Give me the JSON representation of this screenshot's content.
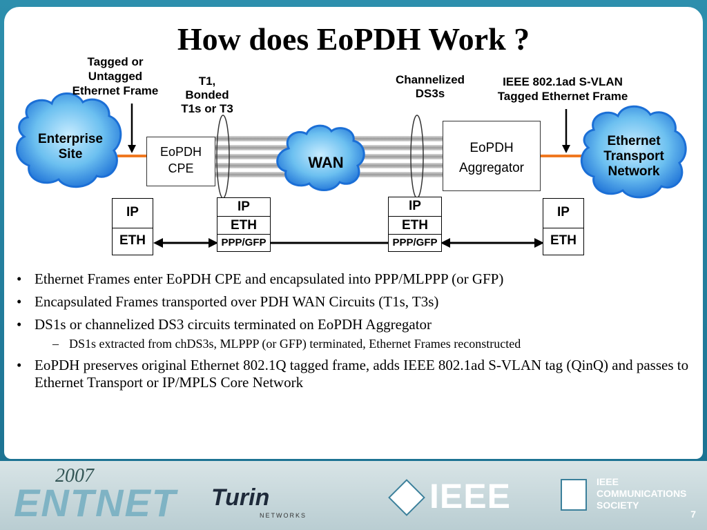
{
  "title": "How does EoPDH Work ?",
  "labels": {
    "tagged": [
      "Tagged or",
      "Untagged",
      "Ethernet Frame"
    ],
    "t1": [
      "T1,",
      "Bonded",
      "T1s or T3"
    ],
    "chds3": [
      "Channelized",
      "DS3s"
    ],
    "svlan": [
      "IEEE 802.1ad S-VLAN",
      "Tagged Ethernet Frame"
    ]
  },
  "clouds": {
    "enterprise": [
      "Enterprise",
      "Site"
    ],
    "wan": "WAN",
    "ethernet": [
      "Ethernet",
      "Transport",
      "Network"
    ]
  },
  "boxes": {
    "cpe": [
      "EoPDH",
      "CPE"
    ],
    "aggregator": [
      "EoPDH",
      "Aggregator"
    ]
  },
  "stacks": {
    "left": [
      "IP",
      "ETH"
    ],
    "mid_left": [
      "IP",
      "ETH",
      "PPP/GFP"
    ],
    "mid_right": [
      "IP",
      "ETH",
      "PPP/GFP"
    ],
    "right": [
      "IP",
      "ETH"
    ]
  },
  "bullets": [
    "Ethernet Frames enter EoPDH CPE and encapsulated into PPP/MLPPP (or GFP)",
    "Encapsulated Frames transported over PDH WAN Circuits (T1s, T3s)",
    "DS1s or channelized DS3 circuits terminated on EoPDH Aggregator",
    "EoPDH preserves original Ethernet 802.1Q tagged frame, adds IEEE 802.1ad S-VLAN tag (QinQ) and passes to Ethernet Transport or IP/MPLS Core Network"
  ],
  "sub_bullet": "DS1s extracted from chDS3s, MLPPP (or GFP) terminated, Ethernet Frames reconstructed",
  "footer": {
    "year": "2007",
    "event": "ENTNET",
    "city": "Turin",
    "city_sub": "NETWORKS",
    "ieee": "IEEE",
    "comsoc": [
      "IEEE",
      "COMMUNICATIONS",
      "SOCIETY"
    ]
  },
  "page_number": "7",
  "colors": {
    "cloud": "#1b6fd6",
    "cloud_light": "#8fd0f5",
    "link": "#f07820",
    "footer_text": "#0a7aa0"
  }
}
